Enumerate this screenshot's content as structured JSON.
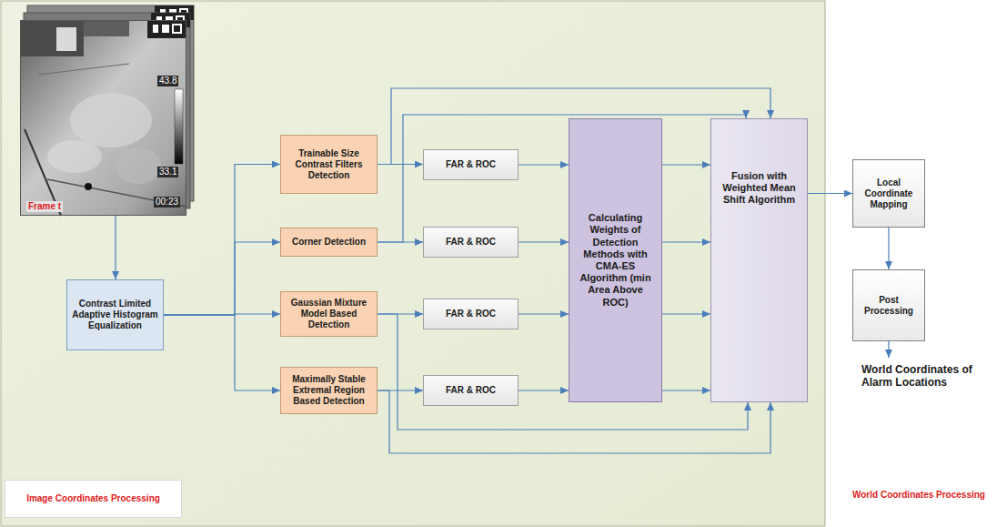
{
  "diagram": {
    "nodes": [
      {
        "text": [
          "43.8",
          "33.1",
          "00:23",
          "Frame t"
        ]
      },
      {
        "text": [
          "Contrast Limited Adaptive Histogram Equalization"
        ]
      },
      {
        "text": [
          "Trainable Size Contrast Filters Detection"
        ]
      },
      {
        "text": [
          "Corner Detection"
        ]
      },
      {
        "text": [
          "Gaussian Mixture Model Based Detection"
        ]
      },
      {
        "text": [
          "Maximally Stable Extremal Region Based Detection"
        ]
      },
      {
        "text": [
          "FAR & ROC"
        ]
      },
      {
        "text": [
          "FAR & ROC"
        ]
      },
      {
        "text": [
          "FAR & ROC"
        ]
      },
      {
        "text": [
          "FAR & ROC"
        ]
      },
      {
        "text": [
          "Calculating Weights of Detection Methods with CMA-ES Algorithm (min Area Above ROC)"
        ]
      },
      {
        "text": [
          "Fusion with Weighted Mean Shift Algorithm"
        ]
      },
      {
        "text": [
          "Local Coordinate Mapping"
        ]
      },
      {
        "text": [
          "Post Processing"
        ]
      },
      {
        "text": [
          "World Coordinates of Alarm Locations"
        ]
      },
      {
        "text": [
          "Image Coordinates Processing"
        ]
      }
    ],
    "edges": [
      {
        "from": 0,
        "to": 1,
        "arrow": "to"
      },
      {
        "from": 1,
        "to": 2,
        "arrow": "to"
      },
      {
        "from": 1,
        "to": 3,
        "arrow": "to"
      },
      {
        "from": 1,
        "to": 4,
        "arrow": "to"
      },
      {
        "from": 1,
        "to": 5,
        "arrow": "to"
      },
      {
        "from": 2,
        "to": 6,
        "arrow": "to"
      },
      {
        "from": 3,
        "to": 7,
        "arrow": "to"
      },
      {
        "from": 4,
        "to": 8,
        "arrow": "to"
      },
      {
        "from": 5,
        "to": 9,
        "arrow": "to"
      },
      {
        "from": 6,
        "to": 10,
        "arrow": "to"
      },
      {
        "from": 7,
        "to": 10,
        "arrow": "to"
      },
      {
        "from": 8,
        "to": 10,
        "arrow": "to"
      },
      {
        "from": 9,
        "to": 10,
        "arrow": "to"
      },
      {
        "from": 10,
        "to": 11,
        "arrow": "to"
      },
      {
        "from": 10,
        "to": 11,
        "arrow": "to"
      },
      {
        "from": 10,
        "to": 11,
        "arrow": "to"
      },
      {
        "from": 10,
        "to": 11,
        "arrow": "to"
      },
      {
        "from": 2,
        "to": 11,
        "arrow": "to"
      },
      {
        "from": 3,
        "to": 11,
        "arrow": "to"
      },
      {
        "from": 4,
        "to": 11,
        "arrow": "to"
      },
      {
        "from": 5,
        "to": 11,
        "arrow": "to"
      },
      {
        "from": 11,
        "to": 12,
        "arrow": "to"
      },
      {
        "from": 12,
        "to": 13,
        "arrow": "to"
      },
      {
        "from": 13,
        "to": 14,
        "arrow": "to"
      }
    ],
    "labels": [
      "World Coordinates Processing"
    ]
  }
}
